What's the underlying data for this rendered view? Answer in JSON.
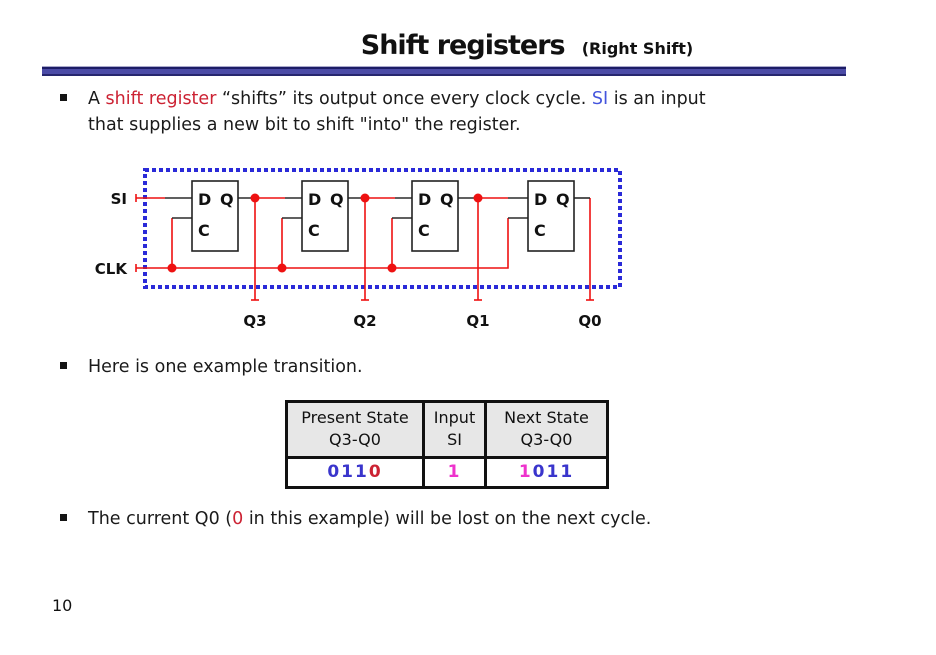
{
  "header": {
    "title": "Shift registers",
    "subtitle": "(Right Shift)"
  },
  "bullets": {
    "b1": {
      "seg_a": "A ",
      "seg_shift_register": "shift register",
      "seg_b": " “shifts” its output once every clock cycle. ",
      "seg_si": "SI",
      "seg_c": " is an input",
      "line2": "that supplies a new bit to shift \"into\" the register."
    },
    "b2": "Here is one example transition.",
    "b3": {
      "seg_a": "The current Q0 (",
      "seg_zero": "0",
      "seg_b": " in this example) will be lost on the next cycle."
    }
  },
  "diagram": {
    "si_label": "SI",
    "clk_label": "CLK",
    "flipflop": {
      "d": "D",
      "q": "Q",
      "c": "C"
    },
    "outputs": [
      "Q3",
      "Q2",
      "Q1",
      "Q0"
    ]
  },
  "table": {
    "headers": [
      {
        "line1": "Present State",
        "line2": "Q3-Q0"
      },
      {
        "line1": "Input",
        "line2": "SI"
      },
      {
        "line1": "Next State",
        "line2": "Q3-Q0"
      }
    ],
    "row": {
      "present_kept": "011",
      "present_lost": "0",
      "input_new": "1",
      "next_new": "1",
      "next_kept": "011"
    }
  },
  "footer": {
    "page_number": "10"
  },
  "colors": {
    "accent_red": "#cc2233",
    "accent_blue": "#4455dd",
    "digit_blue": "#3a35cc",
    "digit_magenta": "#ee33cc",
    "wire_red": "#ee1111",
    "dashed_border_blue": "#2a2ad8",
    "rule_indigo": "#4b4ba6"
  }
}
